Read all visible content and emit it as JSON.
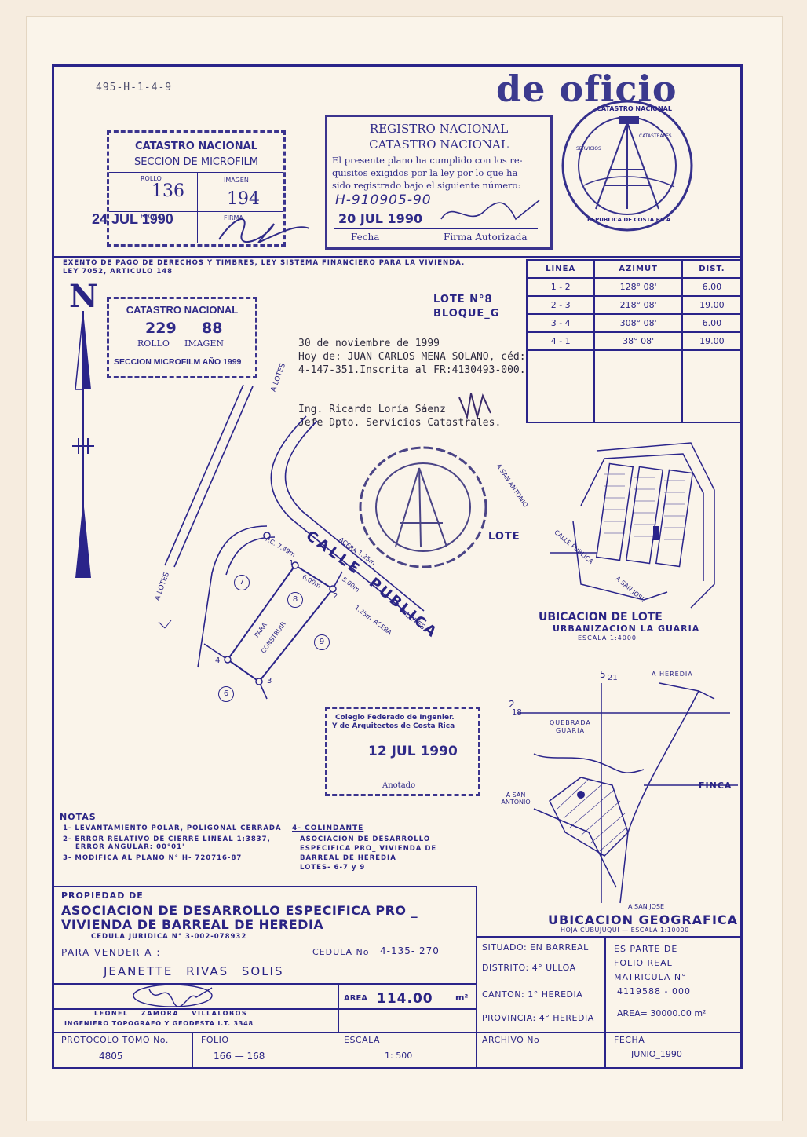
{
  "header": {
    "file_code": "495-H-1-4-9",
    "de_oficio": "de oficio"
  },
  "stamp_microfilm_1": {
    "line1": "CATASTRO NACIONAL",
    "line2": "SECCION DE MICROFILM",
    "rollo_label": "ROLLO",
    "imagen_label": "IMAGEN",
    "rollo": "136",
    "imagen": "194",
    "fecha_label": "FECHA",
    "firma_label": "FIRMA",
    "date": "24 JUL 1990"
  },
  "stamp_registro": {
    "line1": "REGISTRO NACIONAL",
    "line2": "CATASTRO NACIONAL",
    "body1": "El presente plano ha cumplido con los re-",
    "body2": "quisitos exigidos por la ley por lo que ha",
    "body3": "sido registrado bajo el siguiente número:",
    "number": "H-910905-90",
    "date": "20 JUL 1990",
    "fecha_label": "Fecha",
    "firma_label": "Firma Autorizada"
  },
  "seal_top": {
    "ring_top": "CATASTRO NACIONAL",
    "ring_bottom": "REPUBLICA DE COSTA RICA",
    "left": "SERVICIOS",
    "right": "CATASTRALES"
  },
  "exento": {
    "line1": "EXENTO DE PAGO DE DERECHOS Y TIMBRES, LEY SISTEMA FINANCIERO PARA LA VIVIENDA.",
    "line2": "LEY 7052, ARTICULO 148"
  },
  "azimut_table": {
    "headers": [
      "LINEA",
      "AZIMUT",
      "DIST."
    ],
    "rows": [
      [
        "1 - 2",
        "128° 08'",
        "6.00"
      ],
      [
        "2 - 3",
        "218° 08'",
        "19.00"
      ],
      [
        "3 - 4",
        "308° 08'",
        "6.00"
      ],
      [
        "4 - 1",
        "38° 08'",
        "19.00"
      ]
    ]
  },
  "north": "N",
  "stamp_microfilm_2": {
    "line1": "CATASTRO NACIONAL",
    "rollo": "229",
    "imagen": "88",
    "rollo_label": "ROLLO",
    "imagen_label": "IMAGEN",
    "line3": "SECCION MICROFILM AÑO 1999"
  },
  "lote": {
    "line1": "LOTE N°8",
    "line2": "BLOQUE_G"
  },
  "typed_note": {
    "line1": "30 de noviembre de 1999",
    "line2": "Hoy de: JUAN CARLOS MENA SOLANO, céd:",
    "line3": "4-147-351.Inscrita al FR:4130493-000.",
    "line4": "Ing. Ricardo Loría Sáenz",
    "line5": "Jefe Dpto. Servicios Catastrales."
  },
  "plan": {
    "a_lotes_1": "A LOTES",
    "a_lotes_2": "A LOTES",
    "a_lotes_3": "A LOTES",
    "calle": "CALLE",
    "publica": "PUBLICA",
    "acera_1": "ACERA",
    "acera_2": "ACERA",
    "acera_w1": "1.25m",
    "acera_w2": "1.25m",
    "width_500": "5.00m",
    "pc": "P.C. 7.49m",
    "dist_600": "6.00m",
    "para": "PARA",
    "construir": "CONSTRUIR",
    "points": [
      "1",
      "2",
      "3",
      "4"
    ],
    "lots": [
      "7",
      "8",
      "9",
      "6"
    ]
  },
  "ubicacion_lote": {
    "a_san_antonio": "A SAN ANTONIO",
    "calle_publica": "CALLE PUBLICA",
    "a_san_jose": "A SAN JOSE",
    "lote": "LOTE",
    "title": "UBICACION DE LOTE",
    "subtitle": "URBANIZACION LA GUARIA",
    "scale": "ESCALA 1:4000"
  },
  "ubicacion_geo": {
    "coord_5": "5",
    "coord_21": "21",
    "coord_2": "2",
    "coord_18": "18",
    "a_heredia": "A HEREDIA",
    "quebrada": "QUEBRADA",
    "guaria": "GUARIA",
    "finca": "FINCA",
    "a_san_antonio": "A SAN ANTONIO",
    "a_san_jose": "A SAN JOSE",
    "title": "UBICACION GEOGRAFICA",
    "subtitle": "HOJA CUBUJUQUI — ESCALA 1:10000"
  },
  "stamp_colegio": {
    "line1": "Colegio Federado de Ingenier.",
    "line2": "Y de Arquitectos de Costa Rica",
    "date": "12 JUL 1990",
    "anotado": "Anotado"
  },
  "notas": {
    "title": "NOTAS",
    "n1": "1- LEVANTAMIENTO POLAR, POLIGONAL CERRADA",
    "n2a": "2- ERROR RELATIVO DE CIERRE LINEAL 1:3837,",
    "n2b": "ERROR ANGULAR: 00°01'",
    "n3": "3- MODIFICA AL PLANO N° H- 720716-87",
    "n4_title": "4- COLINDANTE",
    "n4a": "ASOCIACION DE DESARROLLO",
    "n4b": "ESPECIFICA PRO_ VIVIENDA DE",
    "n4c": "BARREAL DE HEREDIA_",
    "n4d": "LOTES- 6-7 y 9"
  },
  "titleblock": {
    "propiedad_label": "PROPIEDAD DE",
    "owner1": "ASOCIACION DE DESARROLLO ESPECIFICA PRO _",
    "owner2": "VIVIENDA DE BARREAL DE HEREDIA",
    "cedula_juridica": "CEDULA JURIDICA N° 3-002-078932",
    "para_vender": "PARA VENDER A :",
    "cedula_label": "CEDULA No",
    "cedula": "4-135- 270",
    "buyer": "JEANETTE RIVAS SOLIS",
    "engineer": "LEONEL ZAMORA VILLALOBOS",
    "engineer_title": "INGENIERO TOPOGRAFO Y GEODESTA I.T. 3348",
    "area_label": "AREA",
    "area": "114.00",
    "area_unit": "m²",
    "situado": "SITUADO: EN BARREAL",
    "distrito": "DISTRITO: 4° ULLOA",
    "canton": "CANTON: 1° HEREDIA",
    "provincia": "PROVINCIA: 4° HEREDIA",
    "es_parte_1": "ES PARTE DE",
    "es_parte_2": "FOLIO REAL",
    "es_parte_3": "MATRICULA N°",
    "matricula": "4119588 - 000",
    "area_total": "AREA= 30000.00 m²",
    "protocolo_label": "PROTOCOLO TOMO No.",
    "protocolo": "4805",
    "folio_label": "FOLIO",
    "folio": "166 — 168",
    "escala_label": "ESCALA",
    "escala": "1: 500",
    "archivo_label": "ARCHIVO No",
    "fecha_label": "FECHA",
    "fecha": "JUNIO_1990"
  }
}
